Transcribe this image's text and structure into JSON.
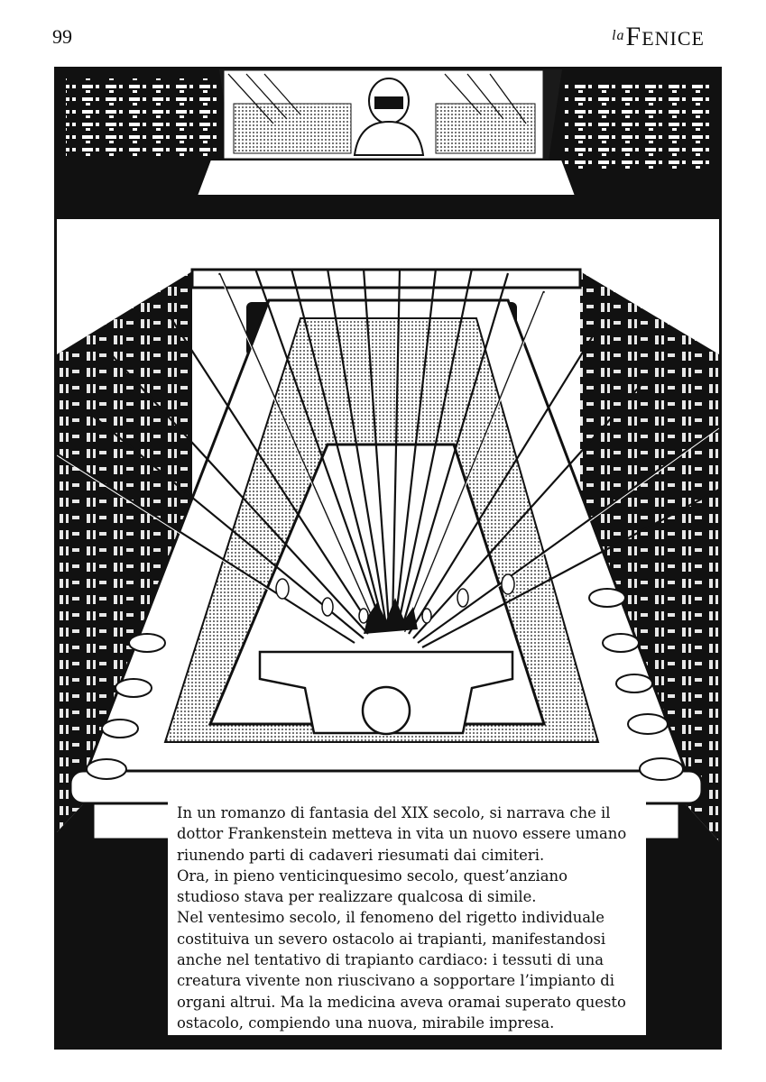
{
  "header": {
    "page_number": "99",
    "logo_prefix": "la",
    "logo_initial": "F",
    "logo_rest": "ENICE"
  },
  "caption": {
    "lines": [
      "In un romanzo di fantasia del XIX secolo, si narrava che il",
      "dottor Frankenstein metteva in vita un nuovo essere umano",
      "riunendo parti di cadaveri riesumati dai cimiteri.",
      "Ora, in pieno venticinquesimo secolo, quest’anziano",
      "studioso stava per realizzare qualcosa di simile.",
      "Nel ventesimo secolo, il fenomeno del rigetto individuale",
      "costituiva un severo ostacolo ai trapianti, manifestandosi",
      "anche nel tentativo di trapianto cardiaco: i tessuti di una",
      "creatura vivente non riuscivano a sopportare l’impianto di",
      "organi altrui. Ma la medicina aveva oramai superato questo",
      "ostacolo, compiendo una nuova, mirabile impresa."
    ]
  },
  "colors": {
    "ink": "#111111",
    "paper": "#ffffff",
    "screen_tone": "#9a9a9a"
  }
}
